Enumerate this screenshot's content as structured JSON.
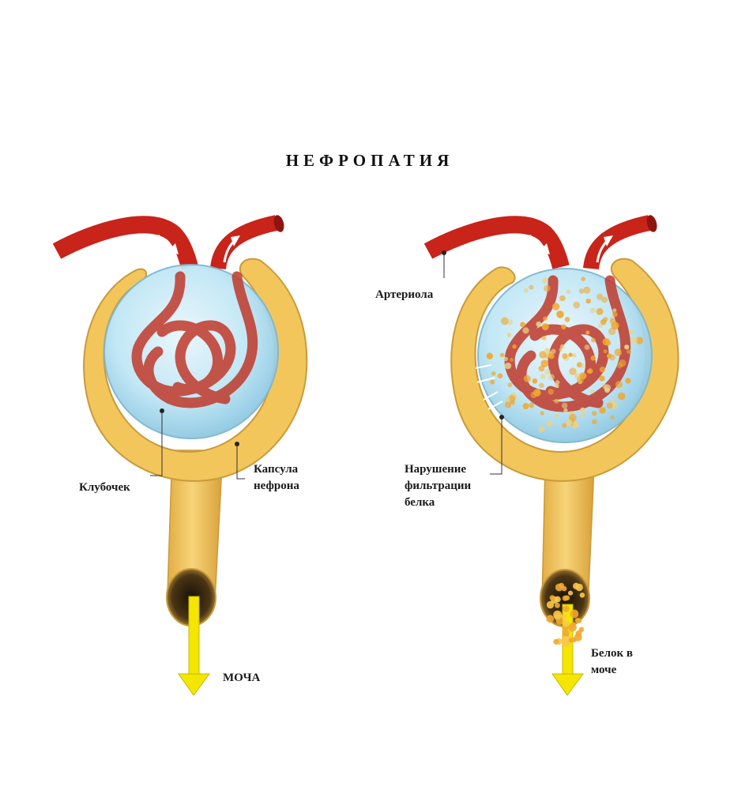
{
  "title": "НЕФРОПАТИЯ",
  "labels": {
    "glomerulus": "Клубочек",
    "capsule_line1": "Капсула",
    "capsule_line2": "нефрона",
    "urine": "МОЧА",
    "arteriole": "Артериола",
    "filtration_line1": "Нарушение",
    "filtration_line2": "фильтрации",
    "filtration_line3": "белка",
    "protein_line1": "Белок в",
    "protein_line2": "моче"
  },
  "colors": {
    "capsule": "#f3c65c",
    "capsule_edge": "#c99a3a",
    "vessel": "#d42a1e",
    "sphere": "#bfe6f5",
    "arrow": "#f5e600",
    "protein": "#f0a830"
  }
}
